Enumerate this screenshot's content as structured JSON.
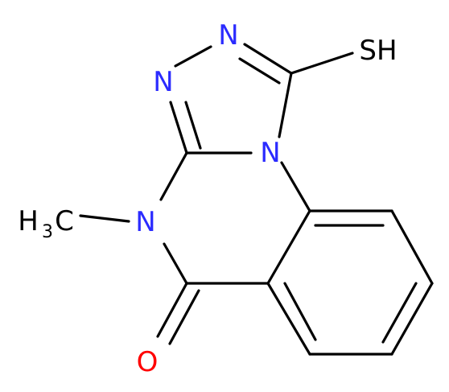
{
  "colors": {
    "carbon": "#000000",
    "nitrogen": "#2b2bff",
    "oxygen": "#ff0000",
    "sulfur": "#000000"
  },
  "atoms": {
    "n_top": "N",
    "n_left": "N",
    "n_bridge": "N",
    "n_methyl": "N",
    "oxygen": "O",
    "thiol": "SH",
    "methyl_h": "H",
    "methyl_sub": "3",
    "methyl_c": "C"
  }
}
